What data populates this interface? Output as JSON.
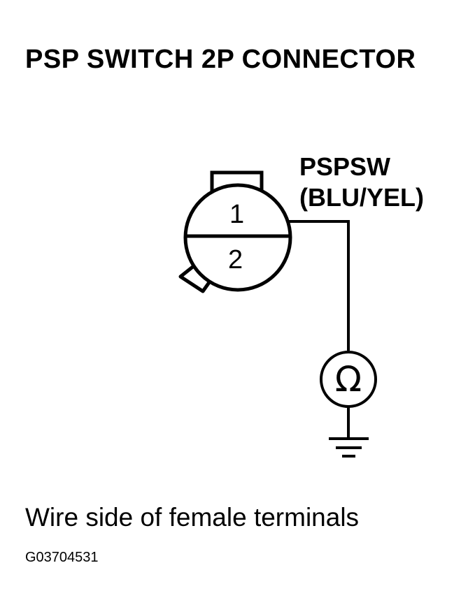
{
  "title": "PSP SWITCH 2P CONNECTOR",
  "connector": {
    "pins": [
      "1",
      "2"
    ],
    "wire": {
      "name": "PSPSW",
      "color": "(BLU/YEL)"
    }
  },
  "meter_symbol": "Ω",
  "caption": "Wire side of female terminals",
  "figure_id": "G03704531"
}
